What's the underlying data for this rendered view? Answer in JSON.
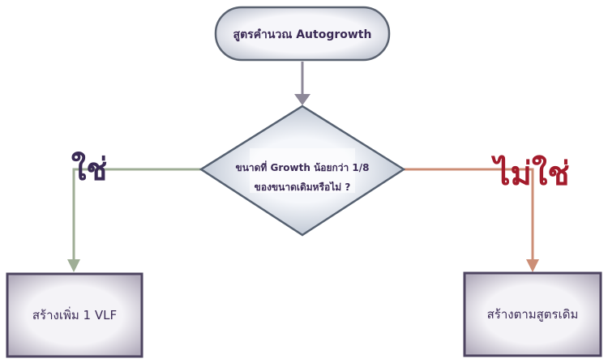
{
  "diagram": {
    "type": "flowchart",
    "start": {
      "label": "สูตรคำนวณ Autogrowth"
    },
    "decision": {
      "line1": "ขนาดที่ Growth น้อยกว่า 1/8",
      "line2": "ของขนาดเดิมหรือไม่ ?"
    },
    "branches": {
      "yes": {
        "label": "ใช่",
        "color": "#3a2a55",
        "line_color": "#9fae96",
        "target": "สร้างเพิ่ม 1 VLF"
      },
      "no": {
        "label": "ไม่ใช่",
        "color": "#a31b2b",
        "line_color": "#cc8e76",
        "target": "สร้างตามสูตรเดิม"
      }
    },
    "connector_color": "#8d8898",
    "edges": [
      {
        "from": "start",
        "to": "decision"
      },
      {
        "from": "decision",
        "to": "yes-box",
        "label": "ใช่"
      },
      {
        "from": "decision",
        "to": "no-box",
        "label": "ไม่ใช่"
      }
    ]
  }
}
